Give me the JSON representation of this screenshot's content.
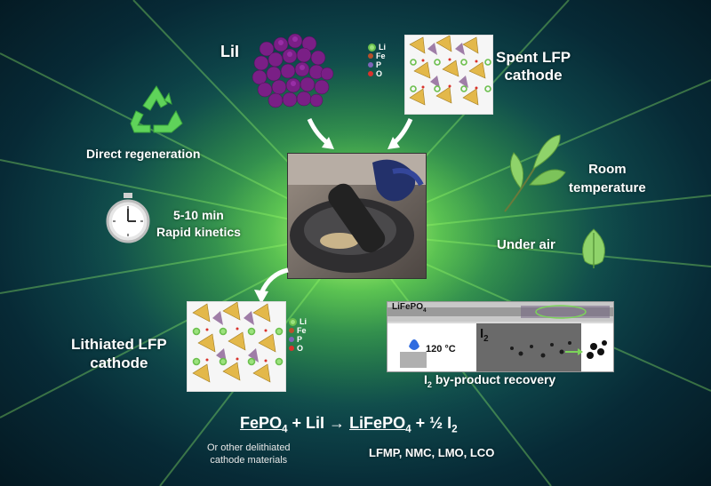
{
  "labels": {
    "lii": "LiI",
    "spent_lfp_line1": "Spent LFP",
    "spent_lfp_line2": "cathode",
    "direct_regeneration": "Direct regeneration",
    "time_range": "5-10 min",
    "rapid_kinetics": "Rapid kinetics",
    "room_temp_line1": "Room",
    "room_temp_line2": "temperature",
    "under_air": "Under air",
    "lithiated_line1": "Lithiated LFP",
    "lithiated_line2": "cathode",
    "recovery_caption_i": "I",
    "recovery_caption_sub": "2",
    "recovery_caption_rest": " by-product recovery",
    "recovery_tube_label": "LiFePO",
    "recovery_tube_sub": "4",
    "recovery_temp": "120 °C",
    "recovery_i2": "I",
    "recovery_i2_sub": "2"
  },
  "legend": [
    "Li",
    "Fe",
    "P",
    "O"
  ],
  "equation": {
    "reactant1": "FePO",
    "reactant1_sub": "4",
    "plus1": " + LiI ",
    "arrow": "→",
    "product1": "LiFePO",
    "product1_sub": "4",
    "plus2": " + ½ I",
    "product2_sub": "2"
  },
  "notes": {
    "other_line1": "Or other delithiated",
    "other_line2": "cathode materials",
    "materials": "LFMP, NMC, LMO, LCO"
  },
  "colors": {
    "recycle_green": "#5fd35a",
    "leaf_green": "#8fd36a",
    "arrow_white": "#ffffff",
    "lii_purple": "#7a1f86",
    "flame_blue": "#2f6be0"
  }
}
